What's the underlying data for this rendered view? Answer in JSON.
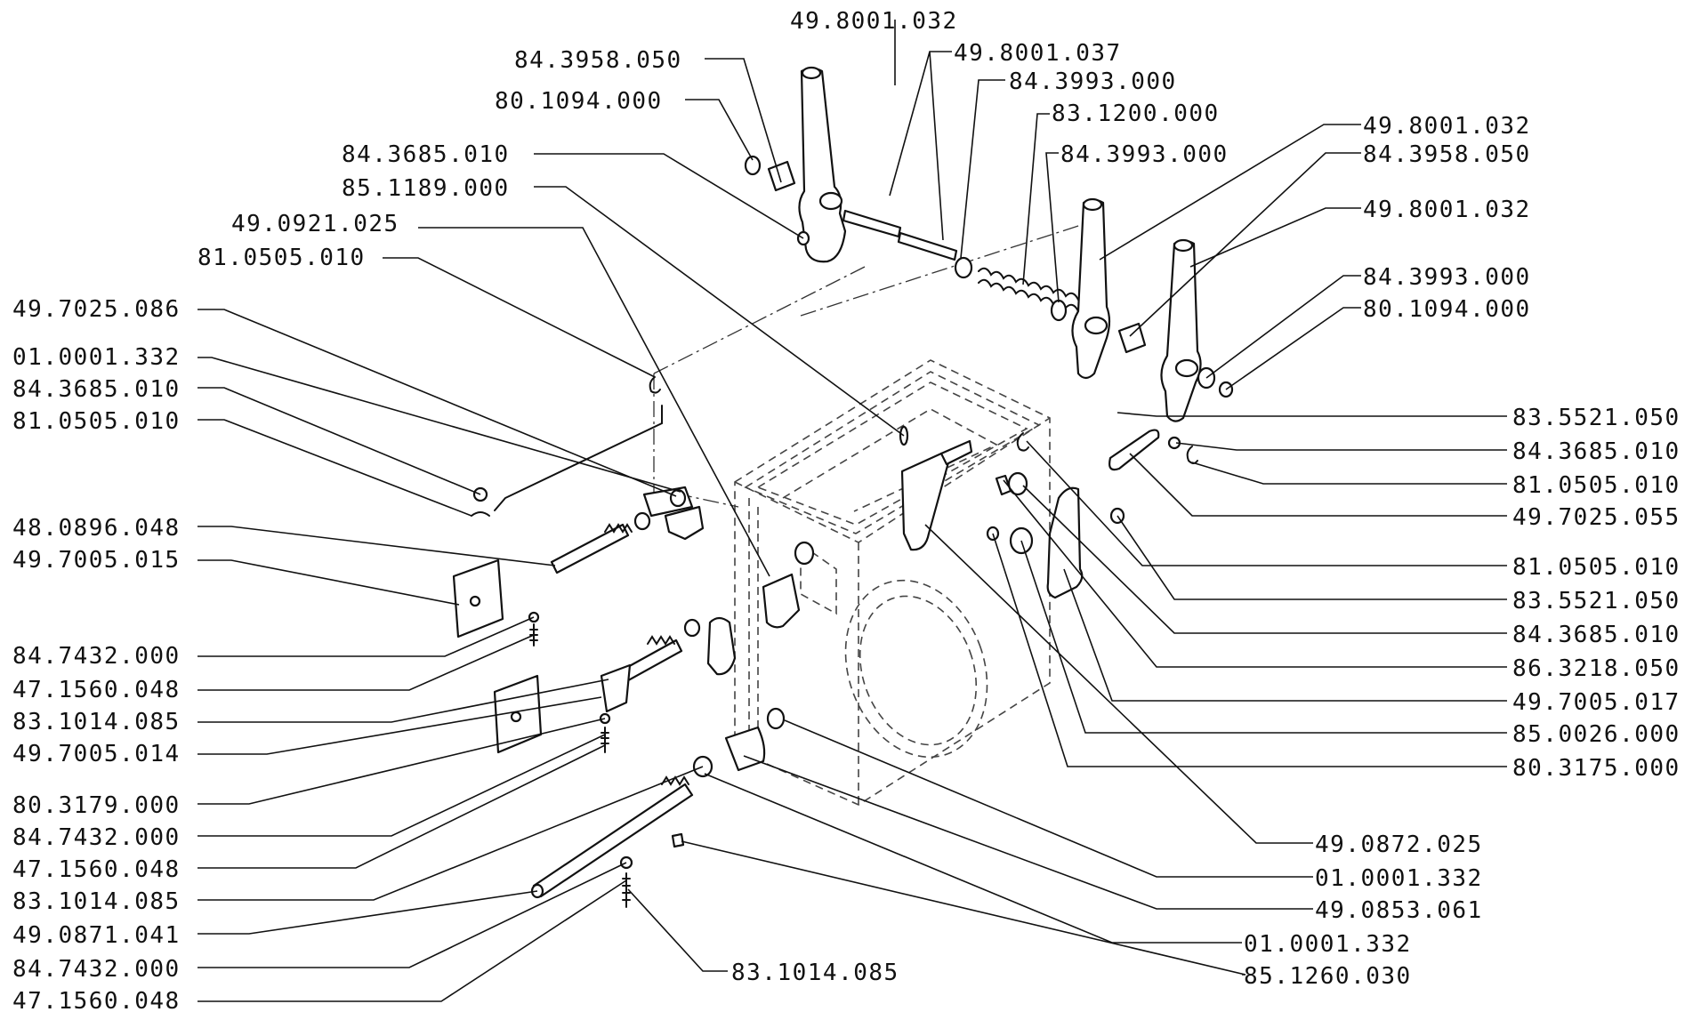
{
  "callouts": [
    {
      "text": "49.8001.032"
    },
    {
      "text": "84.3958.050"
    },
    {
      "text": "49.8001.037"
    },
    {
      "text": "84.3993.000"
    },
    {
      "text": "80.1094.000"
    },
    {
      "text": "83.1200.000"
    },
    {
      "text": "84.3685.010"
    },
    {
      "text": "84.3993.000"
    },
    {
      "text": "85.1189.000"
    },
    {
      "text": "49.0921.025"
    },
    {
      "text": "81.0505.010"
    },
    {
      "text": "49.7025.086"
    },
    {
      "text": "01.0001.332"
    },
    {
      "text": "84.3685.010"
    },
    {
      "text": "81.0505.010"
    },
    {
      "text": "48.0896.048"
    },
    {
      "text": "49.7005.015"
    },
    {
      "text": "84.7432.000"
    },
    {
      "text": "47.1560.048"
    },
    {
      "text": "83.1014.085"
    },
    {
      "text": "49.7005.014"
    },
    {
      "text": "80.3179.000"
    },
    {
      "text": "84.7432.000"
    },
    {
      "text": "47.1560.048"
    },
    {
      "text": "83.1014.085"
    },
    {
      "text": "49.0871.041"
    },
    {
      "text": "84.7432.000"
    },
    {
      "text": "47.1560.048"
    },
    {
      "text": "83.1014.085"
    },
    {
      "text": "49.8001.032"
    },
    {
      "text": "84.3958.050"
    },
    {
      "text": "49.8001.032"
    },
    {
      "text": "84.3993.000"
    },
    {
      "text": "80.1094.000"
    },
    {
      "text": "83.5521.050"
    },
    {
      "text": "84.3685.010"
    },
    {
      "text": "81.0505.010"
    },
    {
      "text": "49.7025.055"
    },
    {
      "text": "81.0505.010"
    },
    {
      "text": "83.5521.050"
    },
    {
      "text": "84.3685.010"
    },
    {
      "text": "86.3218.050"
    },
    {
      "text": "49.7005.017"
    },
    {
      "text": "85.0026.000"
    },
    {
      "text": "80.3175.000"
    },
    {
      "text": "49.0872.025"
    },
    {
      "text": "01.0001.332"
    },
    {
      "text": "49.0853.061"
    },
    {
      "text": "01.0001.332"
    },
    {
      "text": "85.1260.030"
    }
  ]
}
